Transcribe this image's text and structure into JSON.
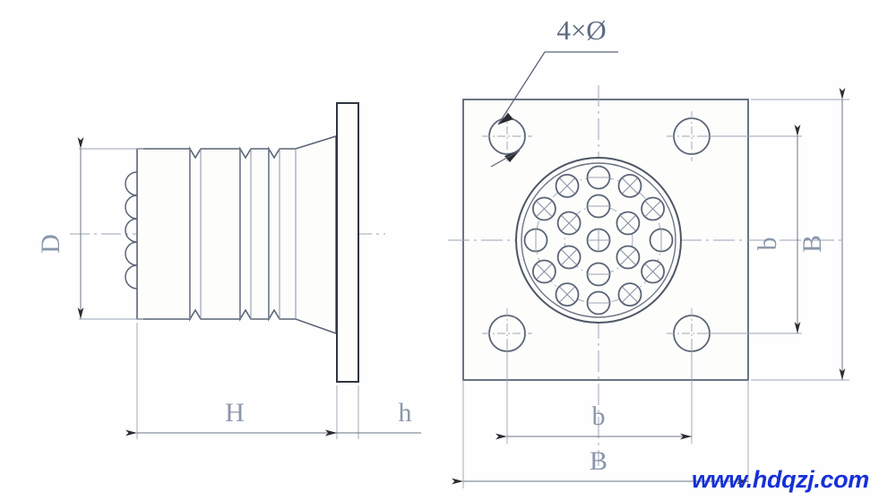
{
  "drawing": {
    "title": "Flange-mount multi-pin connector outline drawing",
    "views": [
      {
        "name": "side-elevation",
        "description": "Threaded barrel body with mounting flange plate"
      },
      {
        "name": "front-elevation",
        "description": "Square flange face with 19-pin circular insert and 4 corner mounting holes"
      }
    ],
    "annotations": {
      "hole_callout": "4×Ø"
    },
    "dimensions": {
      "D": "D",
      "H": "H",
      "h": "h",
      "b_vertical": "b",
      "B_vertical": "B",
      "b_horizontal": "b",
      "B_horizontal": "B"
    },
    "pin_pattern": {
      "total_pins": 19,
      "center_pins": 1,
      "inner_ring_pins": 6,
      "outer_ring_pins": 12,
      "mounting_holes": 4
    },
    "colors": {
      "line": "#5a6475",
      "thin_line": "#8993a5",
      "center_line": "#9aa4b4",
      "dimension_text": "#8a97ab",
      "watermark": "#1630d8",
      "background": "#fefefe"
    }
  },
  "watermark": {
    "text": "www.hdqzj.com"
  }
}
